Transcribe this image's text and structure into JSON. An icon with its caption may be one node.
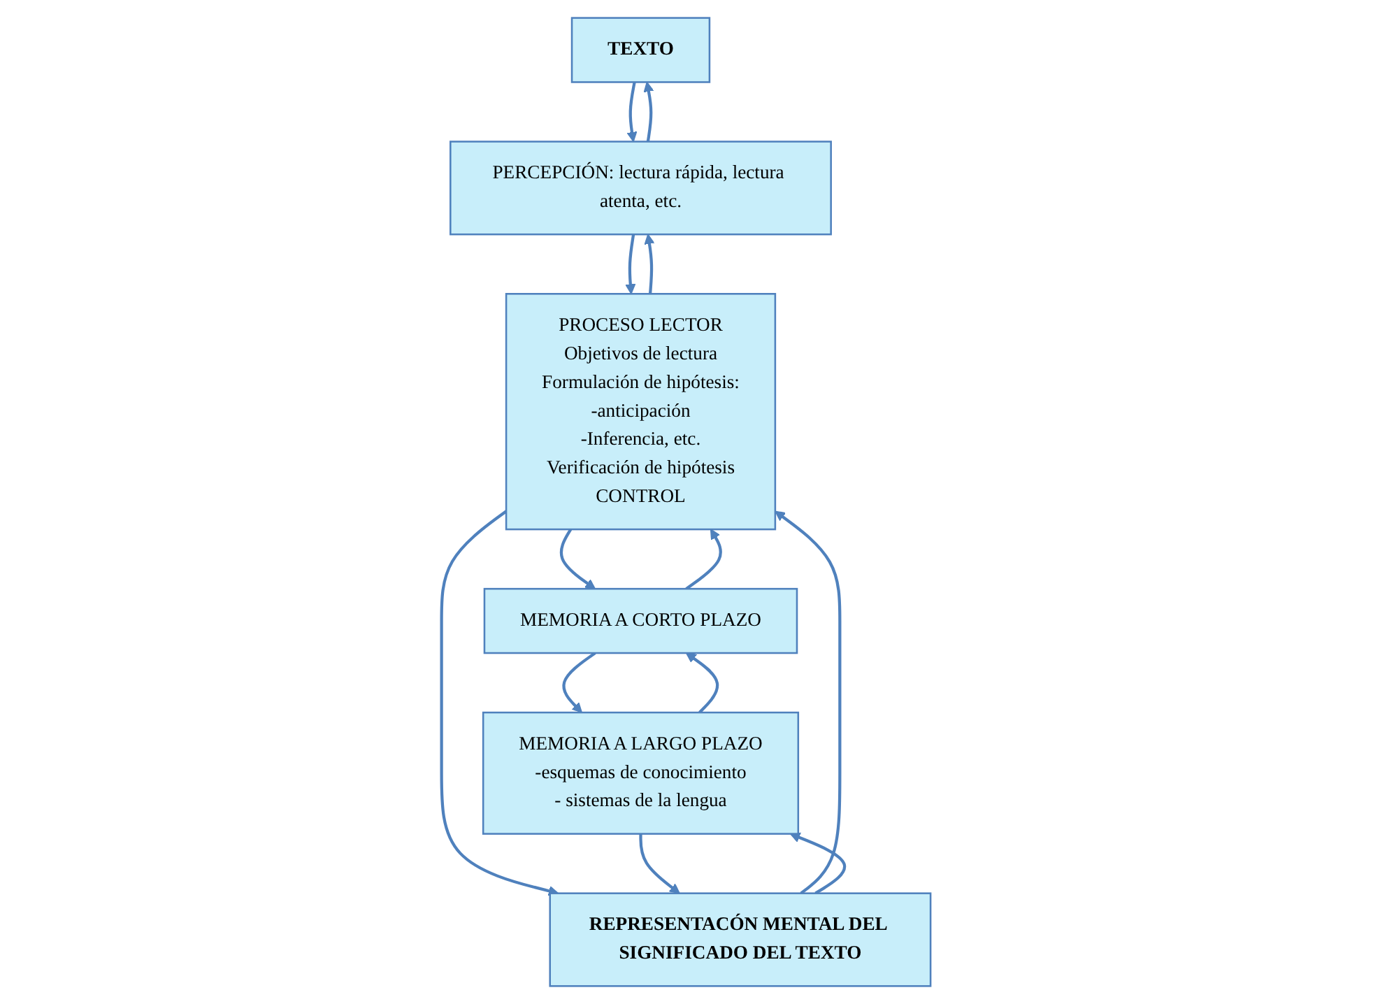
{
  "diagram": {
    "nodes": [
      {
        "text": [
          "TEXTO"
        ]
      },
      {
        "text": [
          "PERCEPCIÓN: lectura rápida, lectura atenta, etc."
        ]
      },
      {
        "text": [
          "PROCESO LECTOR",
          "Objetivos de lectura",
          "Formulación de hipótesis:",
          "-anticipación",
          "-Inferencia, etc.",
          "Verificación de hipótesis",
          "CONTROL"
        ]
      },
      {
        "text": [
          "MEMORIA A CORTO PLAZO"
        ]
      },
      {
        "text": [
          "REPRESENTACÓN MENTAL DEL SIGNIFICADO DEL TEXTO"
        ]
      },
      {
        "text": [
          "MEMORIA A LARGO PLAZO",
          "-esquemas de conocimiento",
          "- sistemas de la lengua"
        ]
      }
    ],
    "edges": [
      {
        "from": 1,
        "to": 0,
        "arrow": "to"
      },
      {
        "from": 0,
        "to": 1,
        "arrow": "to"
      },
      {
        "from": 2,
        "to": 1,
        "arrow": "to"
      },
      {
        "from": 1,
        "to": 2,
        "arrow": "to"
      },
      {
        "from": 2,
        "to": 3,
        "arrow": "to"
      },
      {
        "from": 3,
        "to": 2,
        "arrow": "to"
      },
      {
        "from": 5,
        "to": 3,
        "arrow": "to"
      },
      {
        "from": 3,
        "to": 5,
        "arrow": "to"
      },
      {
        "from": 4,
        "to": 2,
        "arrow": "to"
      },
      {
        "from": 2,
        "to": 4,
        "arrow": "to"
      },
      {
        "from": 5,
        "to": 4,
        "arrow": "to"
      },
      {
        "from": 4,
        "to": 5,
        "arrow": "to"
      }
    ]
  }
}
